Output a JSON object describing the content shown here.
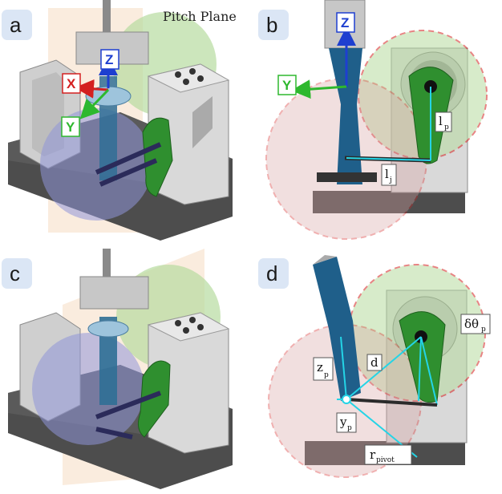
{
  "panels": {
    "a": {
      "label": "a",
      "plane_label": "Pitch Plane",
      "axes": {
        "z": "Z",
        "x": "X",
        "y": "Y"
      }
    },
    "b": {
      "label": "b",
      "axes": {
        "z": "Z",
        "y": "Y"
      },
      "symbols": {
        "lp": {
          "base": "l",
          "sub": "p"
        },
        "lj": {
          "base": "l",
          "sub": "j"
        }
      }
    },
    "c": {
      "label": "c"
    },
    "d": {
      "label": "d",
      "symbols": {
        "zp": {
          "base": "z",
          "sub": "p"
        },
        "yp": {
          "base": "y",
          "sub": "p"
        },
        "d": {
          "base": "d"
        },
        "dtheta": {
          "base": "δθ",
          "sub": "p"
        },
        "rpivot": {
          "base": "r",
          "sub": "pivot"
        }
      }
    }
  },
  "colors": {
    "label_box": "#dbe6f5",
    "plate": "#4a4a4a",
    "gray_body": "#d9d9d9",
    "blue_part": "#1f5f8a",
    "green_part": "#2f8f2f",
    "blue_sphere": "#8f96d8",
    "green_sphere": "#b7dba0",
    "plane": "#f2c9a0",
    "red_dash": "#d62020",
    "cyan_line": "#24d4e6",
    "axis_z": "#1e3fd0",
    "axis_x": "#d42020",
    "axis_y": "#2eb82e"
  }
}
